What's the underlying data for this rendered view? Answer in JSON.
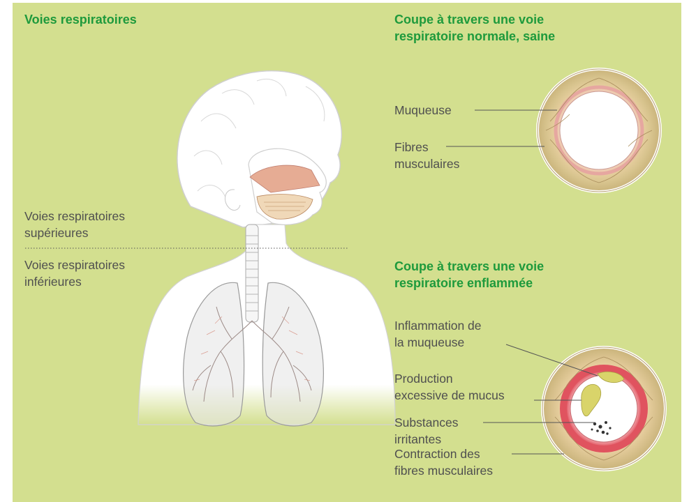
{
  "left_title": "Voies respiratoires",
  "healthy": {
    "title_line1": "Coupe à travers une voie",
    "title_line2": "respiratoire normale, saine",
    "labels": {
      "muqueuse": "Muqueuse",
      "fibres_l1": "Fibres",
      "fibres_l2": "musculaires"
    }
  },
  "inflamed": {
    "title_line1": "Coupe à travers une voie",
    "title_line2": "respiratoire enflammée",
    "labels": {
      "inflammation_l1": "Inflammation de",
      "inflammation_l2": "la muqueuse",
      "production_l1": "Production",
      "production_l2": "excessive de mucus",
      "substances_l1": "Substances",
      "substances_l2": "irritantes",
      "contraction_l1": "Contraction des",
      "contraction_l2": "fibres musculaires"
    }
  },
  "airways": {
    "upper_l1": "Voies respiratoires",
    "upper_l2": "supérieures",
    "lower_l1": "Voies respiratoires",
    "lower_l2": "inférieures"
  },
  "colors": {
    "background": "#d3df8f",
    "heading": "#1e9a3c",
    "label": "#4f4f4f",
    "inflamed_mucosa": "#e0535f",
    "mucus": "#d9d46a",
    "muscle_fibres": "#cdb98a"
  }
}
